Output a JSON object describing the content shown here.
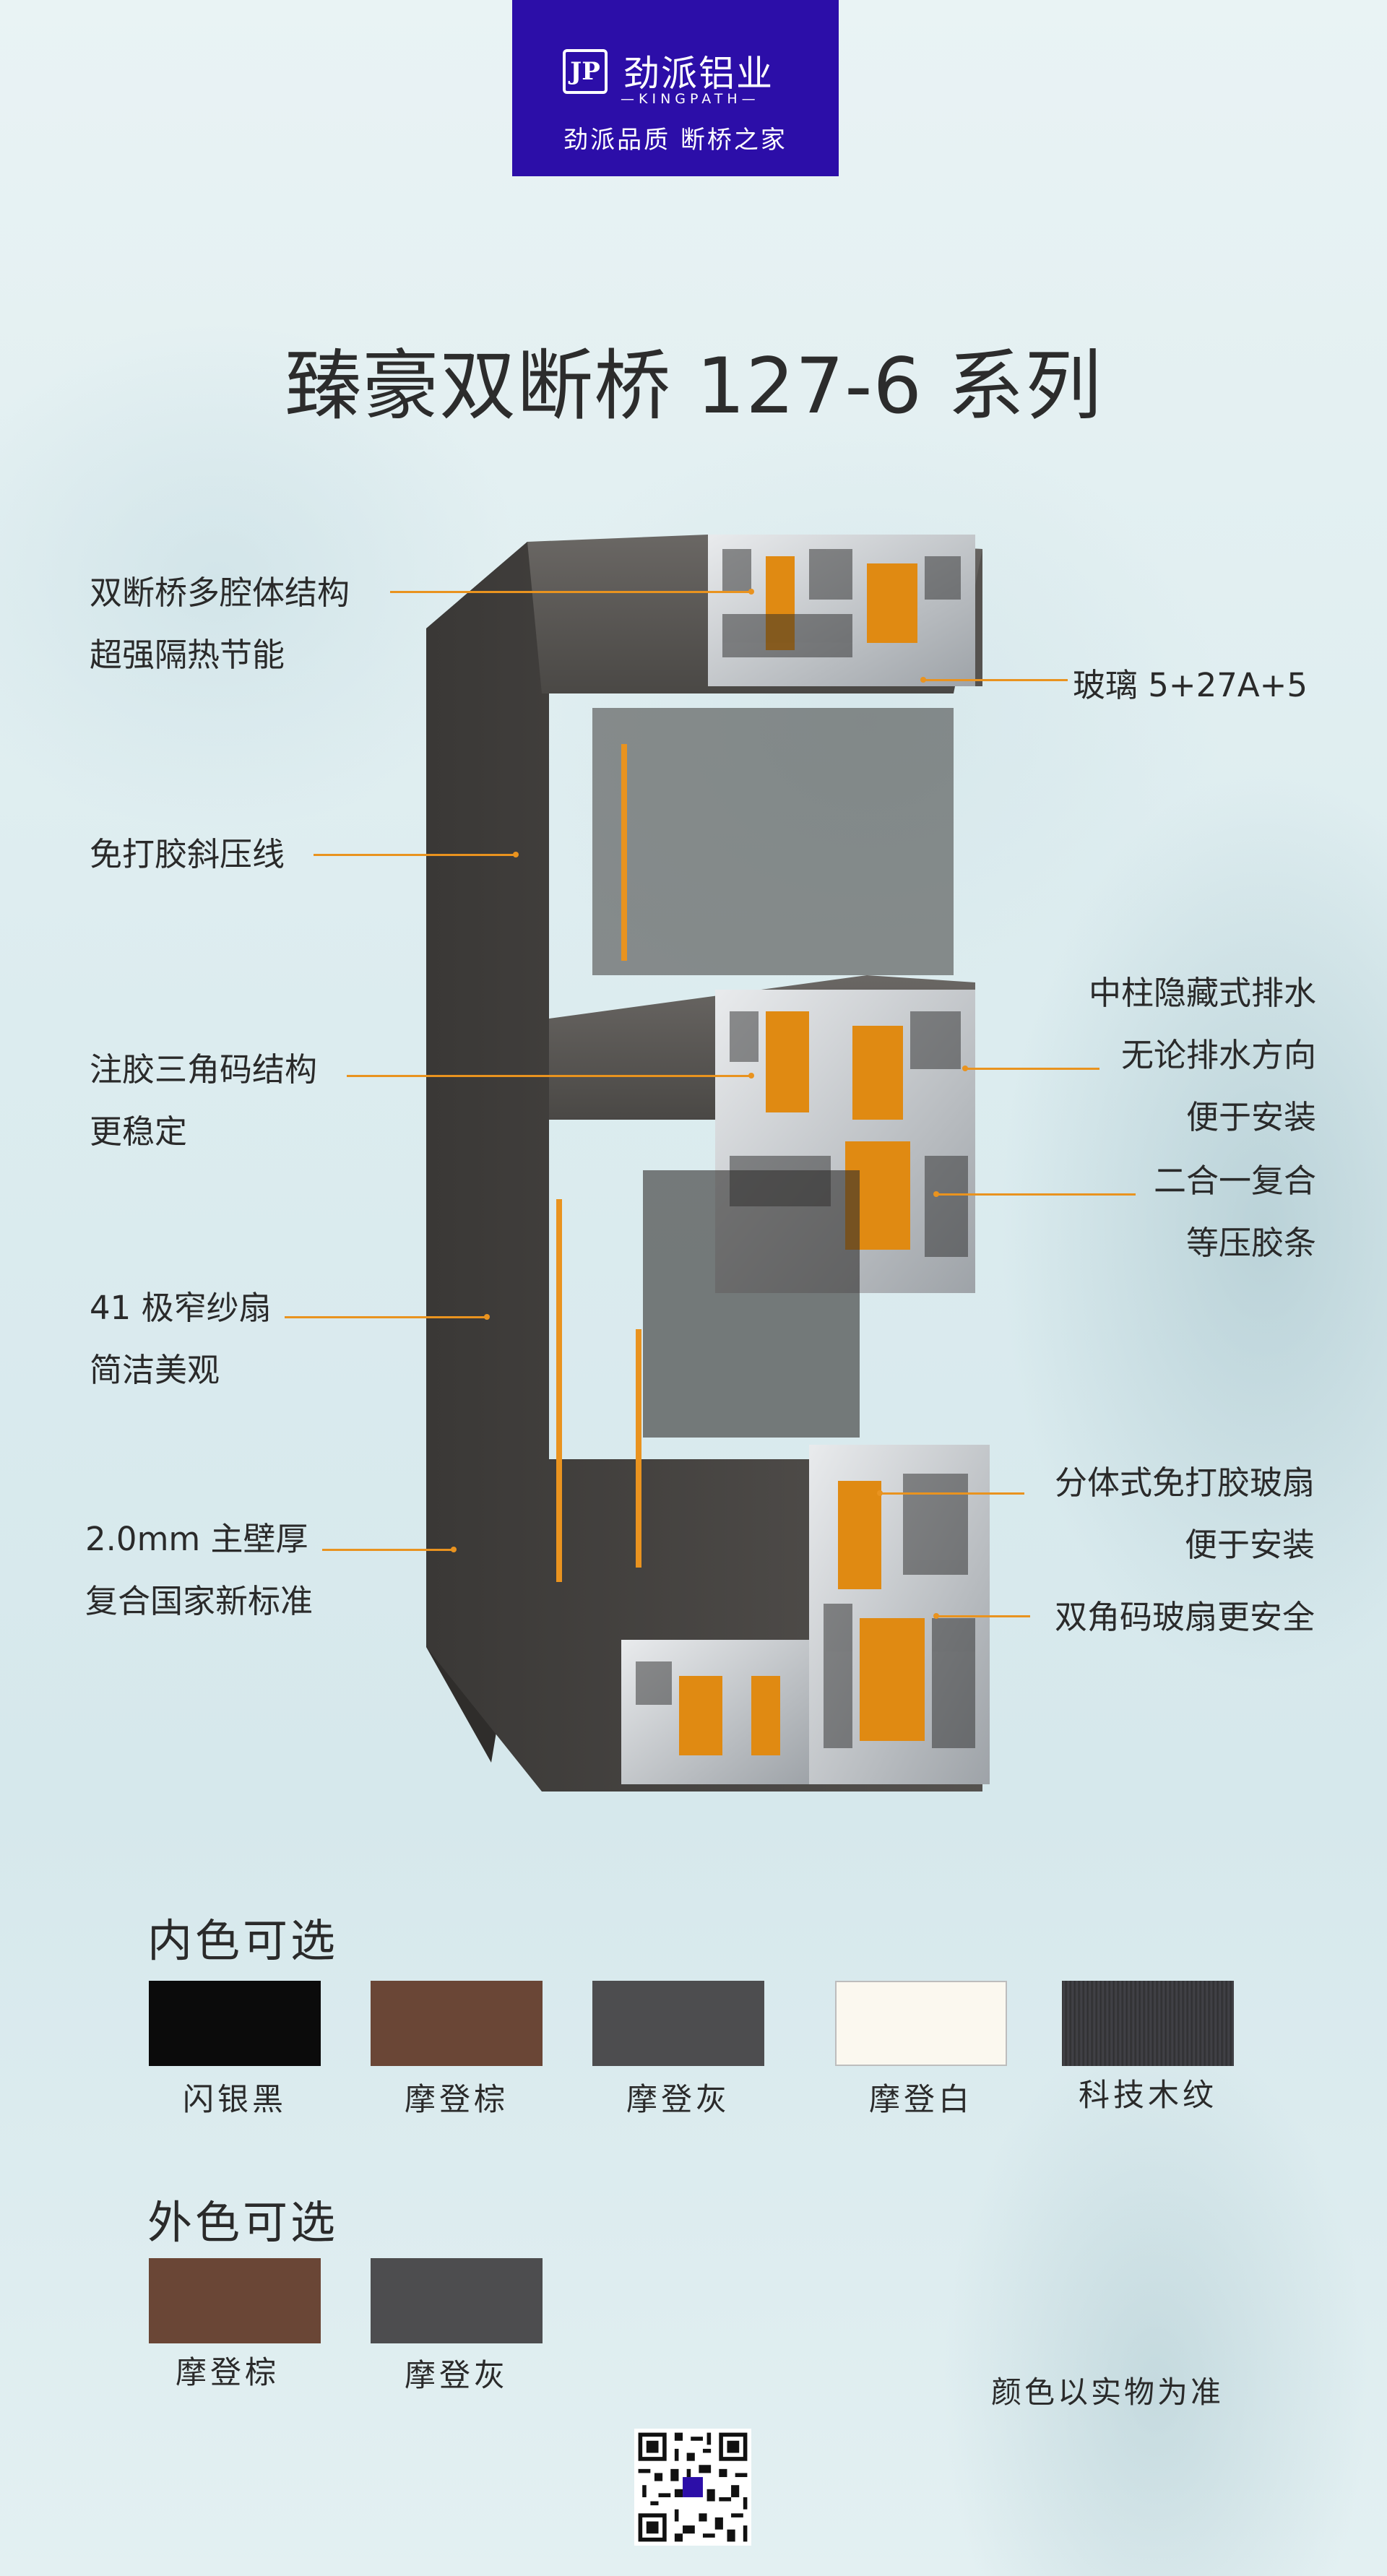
{
  "brand": {
    "name_cn": "劲派铝业",
    "name_en": "—KINGPATH—",
    "slogan": "劲派品质 断桥之家",
    "mark": "JP",
    "bg_color": "#2c0ea8"
  },
  "title": "臻豪双断桥 127-6 系列",
  "callouts_left": [
    {
      "line1": "双断桥多腔体结构",
      "line2": "超强隔热节能"
    },
    {
      "line1": "免打胶斜压线",
      "line2": ""
    },
    {
      "line1": "注胶三角码结构",
      "line2": "更稳定"
    },
    {
      "line1": "41 极窄纱扇",
      "line2": "简洁美观"
    },
    {
      "line1": "2.0mm 主壁厚",
      "line2": "复合国家新标准"
    }
  ],
  "callouts_right": [
    {
      "lines": [
        "玻璃 5+27A+5"
      ]
    },
    {
      "lines": [
        "中柱隐藏式排水",
        "无论排水方向",
        "便于安装"
      ]
    },
    {
      "lines": [
        "二合一复合",
        "等压胶条"
      ]
    },
    {
      "lines": [
        "分体式免打胶玻扇",
        "便于安装"
      ]
    },
    {
      "lines": [
        "双角码玻扇更安全"
      ]
    }
  ],
  "inner_colors": {
    "title": "内色可选",
    "items": [
      {
        "label": "闪银黑",
        "color": "#0b0b0b"
      },
      {
        "label": "摩登棕",
        "color": "#6a4636"
      },
      {
        "label": "摩登灰",
        "color": "#4d4d4f"
      },
      {
        "label": "摩登白",
        "color": "#fbf8ef"
      },
      {
        "label": "科技木纹",
        "color": "#3a3a3c"
      }
    ]
  },
  "outer_colors": {
    "title": "外色可选",
    "items": [
      {
        "label": "摩登棕",
        "color": "#6a4636"
      },
      {
        "label": "摩登灰",
        "color": "#4d4d4f"
      }
    ]
  },
  "note": "颜色以实物为准",
  "accent_color": "#e9931f",
  "icons": {
    "qr": "qr-code-icon"
  }
}
